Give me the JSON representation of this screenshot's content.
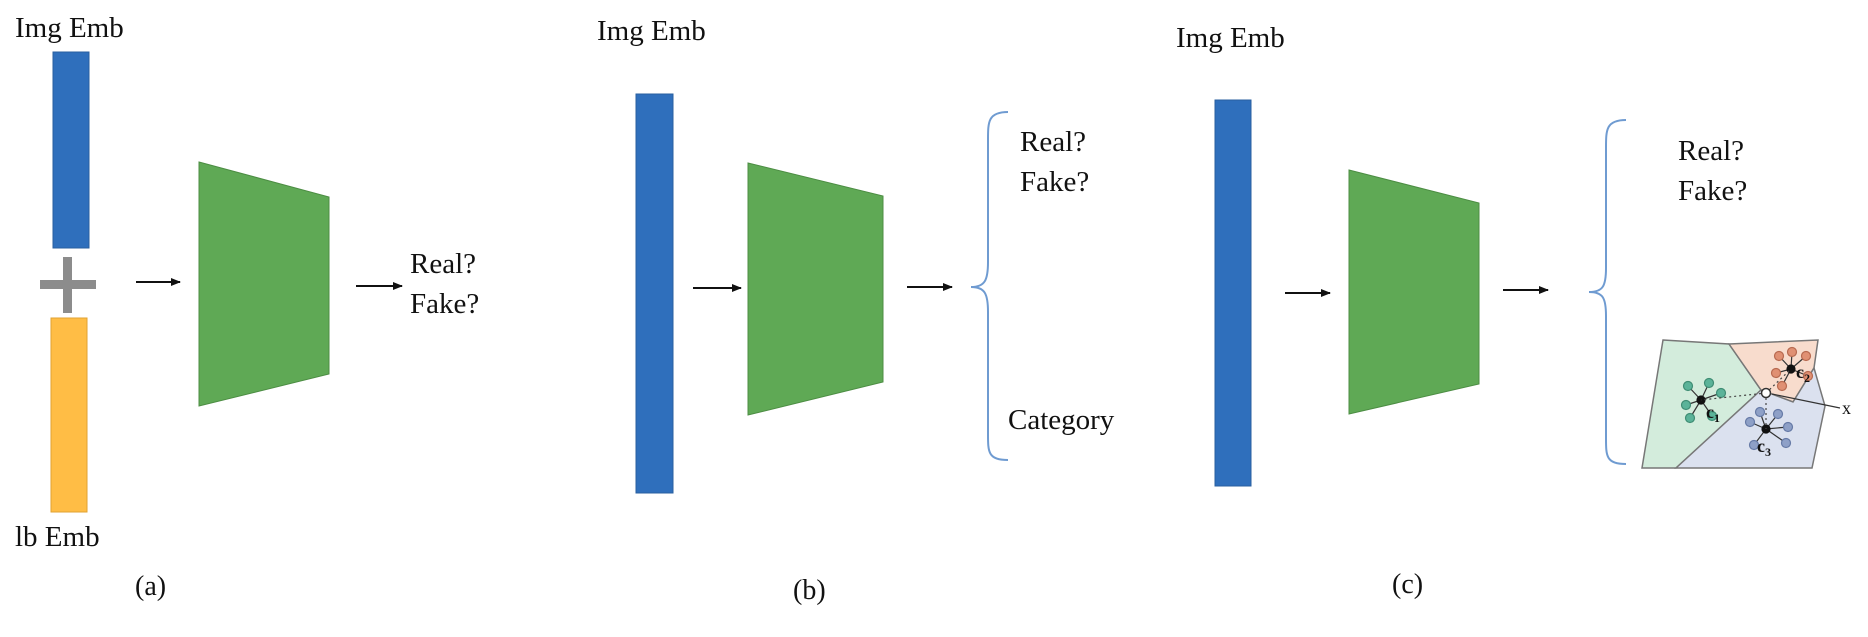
{
  "panels": {
    "a": {
      "img_label": "Img Emb",
      "lb_label": "lb Emb",
      "output": [
        "Real?",
        "Fake?"
      ],
      "caption": "(a)"
    },
    "b": {
      "img_label": "Img Emb",
      "output": [
        "Real?",
        "Fake?"
      ],
      "category": "Category",
      "caption": "(b)"
    },
    "c": {
      "img_label": "Img Emb",
      "output": [
        "Real?",
        "Fake?"
      ],
      "clusters": [
        "c1",
        "c2",
        "c3"
      ],
      "point": "x",
      "caption": "(c)"
    }
  },
  "colors": {
    "img_emb": "#2f6fbc",
    "lb_emb": "#ffbd45",
    "network": "#5fa955",
    "network_edge": "#4c8d43",
    "plus": "#8c8c8c",
    "brace": "#6f9bd1",
    "cluster1_fill": "#d3ecdc",
    "cluster2_fill": "#f8dccd",
    "cluster3_fill": "#dbe1ef",
    "cluster1_dots": "#5bb399",
    "cluster2_dots": "#e09073",
    "cluster3_dots": "#8ea0c7"
  }
}
